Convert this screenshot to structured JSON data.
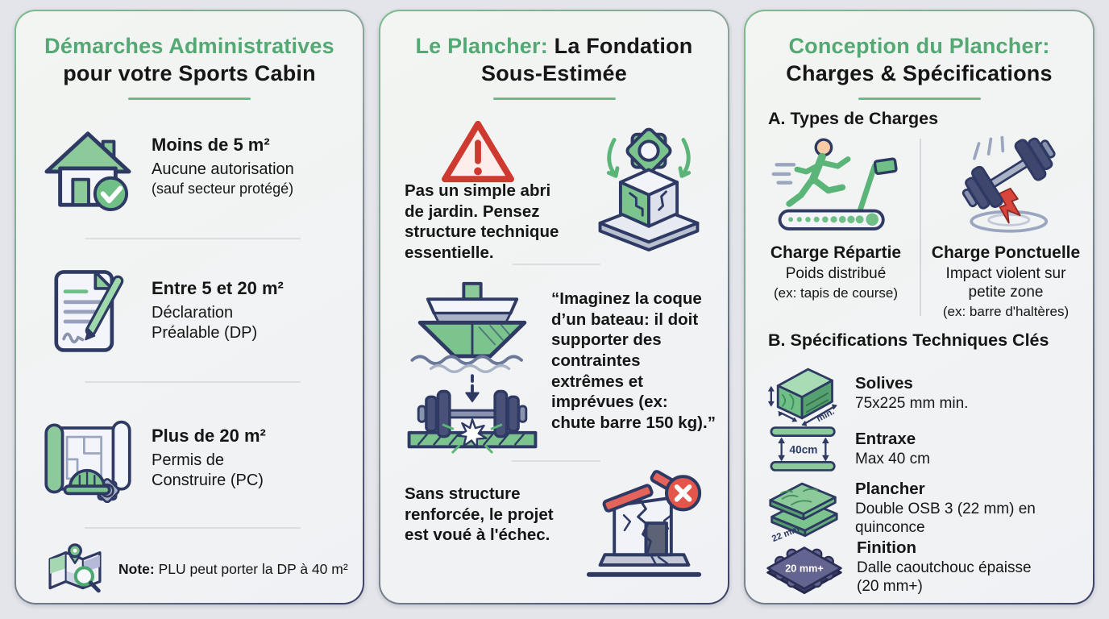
{
  "colors": {
    "accent_green": "#53a873",
    "underline_green": "#6cb888",
    "border_gradient_start": "#7bbb8d",
    "border_gradient_end": "#3c3f68",
    "text_dark": "#161616",
    "warning_red": "#cf3a30",
    "icon_green": "#7cc48d",
    "icon_navy": "#2e3a63",
    "tile_purple": "#63648f"
  },
  "panel_admin": {
    "title_line1": "Démarches Administratives",
    "title_line2": "pour votre Sports Cabin",
    "items": [
      {
        "heading": "Moins de 5 m²",
        "line1": "Aucune autorisation",
        "line2": "(sauf secteur protégé)"
      },
      {
        "heading": "Entre 5 et 20 m²",
        "line1": "Déclaration",
        "line2": "Préalable (DP)"
      },
      {
        "heading": "Plus de 20 m²",
        "line1": "Permis de",
        "line2": "Construire (PC)"
      }
    ],
    "note_label": "Note:",
    "note_text": "PLU peut porter la DP à 40 m²"
  },
  "panel_floor": {
    "title_accent": "Le Plancher:",
    "title_rest": "La Fondation",
    "title_line2": "Sous-Estimée",
    "intro": "Pas un simple abri\nde jardin. Pensez\nstructure technique\nessentielle.",
    "quote": "“Imaginez la coque\nd’un bateau: il doit\nsupporter des\ncontraintes\nextrêmes et\nimprévues (ex:\nchute barre 150 kg).”",
    "conclusion": "Sans structure\nrenforcée, le projet\nest voué à l'échec."
  },
  "panel_design": {
    "title_line1": "Conception du Plancher:",
    "title_line2": "Charges & Spécifications",
    "section_a": "A. Types de Charges",
    "charge_left": {
      "name": "Charge Répartie",
      "desc": "Poids distribué",
      "example": "(ex: tapis de course)"
    },
    "charge_right": {
      "name": "Charge Ponctuelle",
      "desc": "Impact violent sur\npetite zone",
      "example": "(ex: barre d'haltères)"
    },
    "section_b": "B. Spécifications Techniques Clés",
    "specs": [
      {
        "name": "Solives",
        "desc": "75x225 mm min."
      },
      {
        "name": "Entraxe",
        "desc": "Max 40 cm"
      },
      {
        "name": "Plancher",
        "desc": "Double OSB 3 (22 mm) en\nquinconce"
      },
      {
        "name": "Finition",
        "desc": "Dalle caoutchouc épaisse\n(20 mm+)"
      }
    ],
    "icon_labels": {
      "solives_min": "min.",
      "entraxe": "40cm",
      "plancher": "22 mm",
      "finition": "20 mm+"
    }
  }
}
